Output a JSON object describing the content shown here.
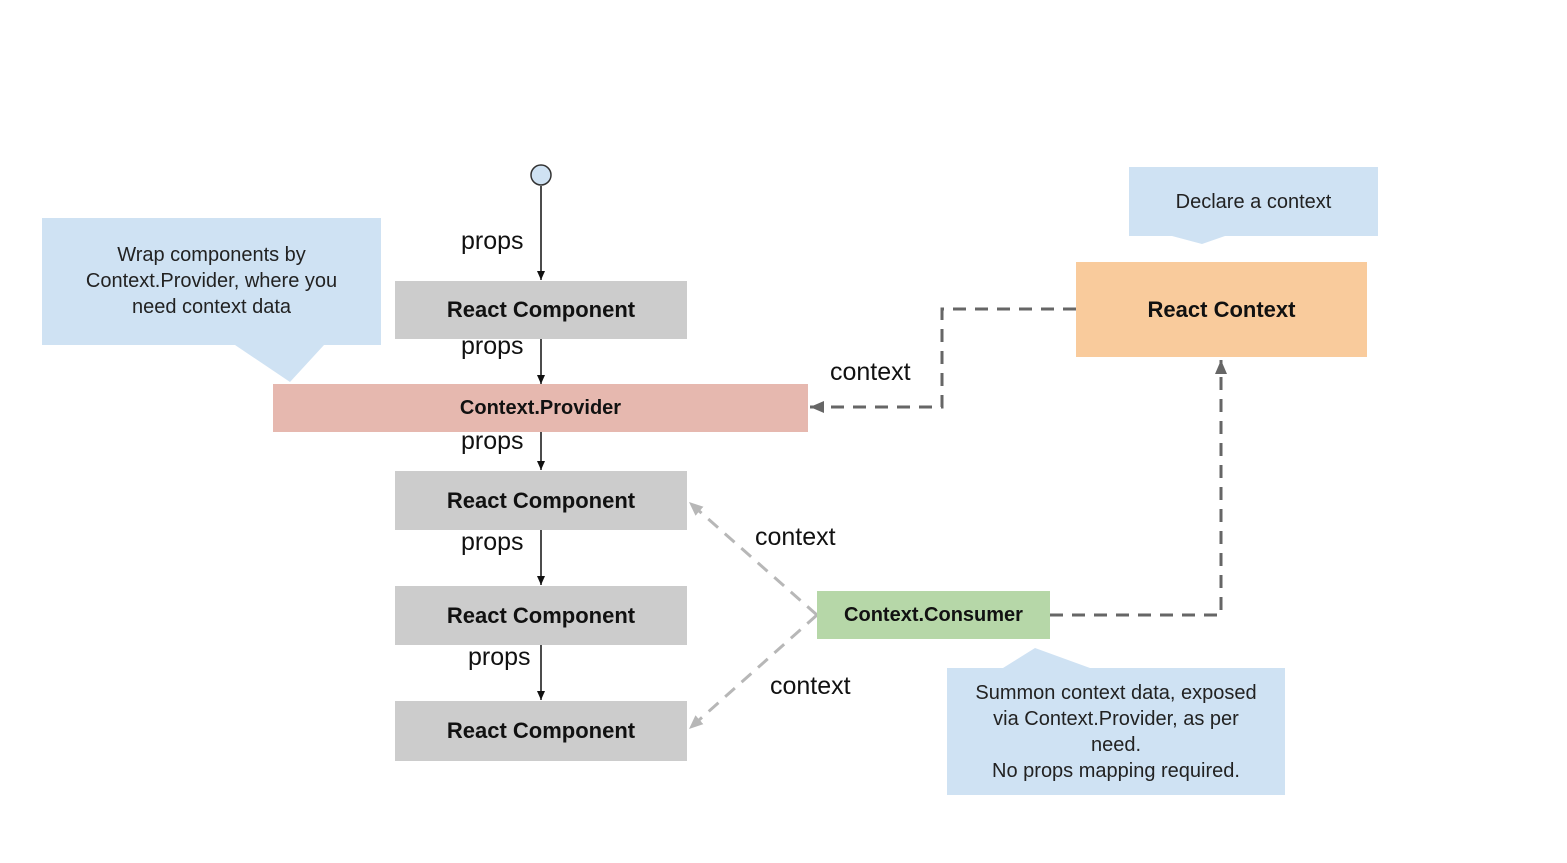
{
  "colors": {
    "component": "#cccccc",
    "provider": "#e6b8af",
    "context": "#f9cb9c",
    "consumer": "#b6d7a8",
    "callout": "#cfe2f3",
    "dashed_line": "#666666",
    "dashed_light": "#b7b7b7"
  },
  "nodes": {
    "component_1": "React Component",
    "provider": "Context.Provider",
    "component_2": "React Component",
    "component_3": "React Component",
    "component_4": "React Component",
    "react_context": "React Context",
    "consumer": "Context.Consumer"
  },
  "edge_labels": {
    "props_1": "props",
    "props_2": "props",
    "props_3": "props",
    "props_4": "props",
    "props_5": "props",
    "context_provider": "context",
    "context_top": "context",
    "context_bottom": "context"
  },
  "callouts": {
    "provider_note": "Wrap components by\nContext.Provider, where you\nneed context data",
    "context_note": "Declare a context",
    "consumer_note": "Summon context data, exposed\nvia Context.Provider, as per\nneed.\nNo props mapping required."
  }
}
